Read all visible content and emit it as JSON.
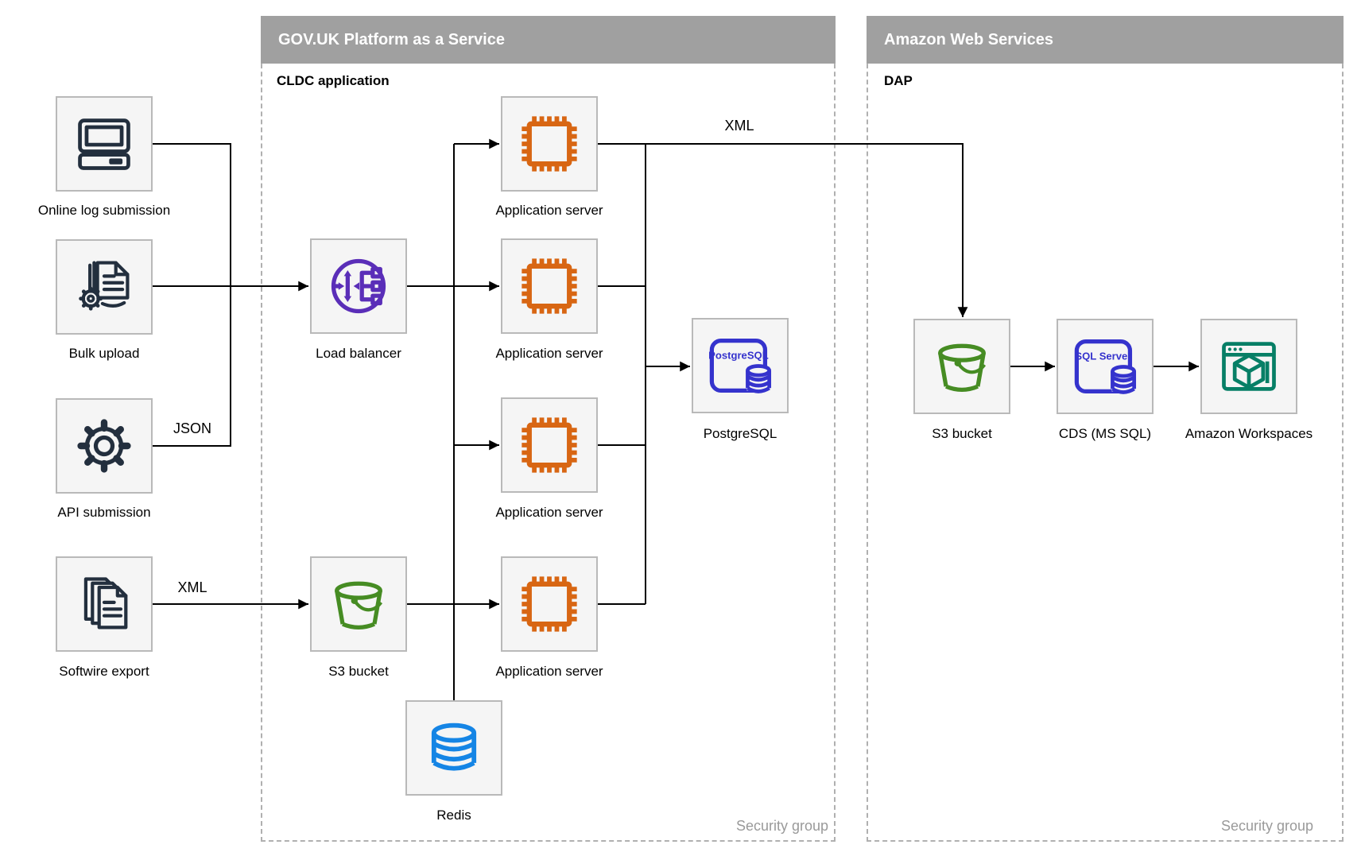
{
  "containers": {
    "govuk": {
      "title": "GOV.UK Platform as a Service",
      "subtitle": "CLDC application",
      "footer_label": "Security group"
    },
    "aws": {
      "title": "Amazon Web Services",
      "subtitle": "DAP",
      "footer_label": "Security group"
    }
  },
  "nodes": {
    "online_log": {
      "label": "Online log submission",
      "icon": "computer-icon"
    },
    "bulk_upload": {
      "label": "Bulk upload",
      "icon": "document-gear-icon"
    },
    "api_submission": {
      "label": "API submission",
      "icon": "gear-icon"
    },
    "softwire_export": {
      "label": "Softwire export",
      "icon": "documents-icon"
    },
    "load_balancer": {
      "label": "Load balancer",
      "icon": "load-balancer-icon"
    },
    "s3_govuk": {
      "label": "S3 bucket",
      "icon": "bucket-icon"
    },
    "app_server_1": {
      "label": "Application server",
      "icon": "chip-icon"
    },
    "app_server_2": {
      "label": "Application server",
      "icon": "chip-icon"
    },
    "app_server_3": {
      "label": "Application server",
      "icon": "chip-icon"
    },
    "app_server_4": {
      "label": "Application server",
      "icon": "chip-icon"
    },
    "postgresql": {
      "label": "PostgreSQL",
      "icon": "postgresql-icon",
      "icon_text": "PostgreSQL"
    },
    "redis": {
      "label": "Redis",
      "icon": "database-icon"
    },
    "s3_aws": {
      "label": "S3 bucket",
      "icon": "bucket-icon"
    },
    "cds": {
      "label": "CDS (MS SQL)",
      "icon": "sql-server-icon",
      "icon_text": "SQL Server"
    },
    "workspaces": {
      "label": "Amazon Workspaces",
      "icon": "workspaces-icon"
    }
  },
  "edge_labels": {
    "app_to_aws_s3": "XML",
    "api_to_app": "JSON",
    "softwire_to_s3": "XML"
  },
  "colors": {
    "header_bg": "#a0a0a0",
    "header_text": "#ffffff",
    "box_fill": "#f5f5f5",
    "box_border": "#b9b9b9",
    "container_border": "#b0b0b0",
    "line": "#000000",
    "muted_text": "#9a9a9a",
    "navy": "#232f3e",
    "orange": "#d86613",
    "purple": "#5a2eb8",
    "green": "#468c23",
    "indigo": "#3533cd",
    "blue": "#1585e5",
    "teal": "#077f66"
  }
}
